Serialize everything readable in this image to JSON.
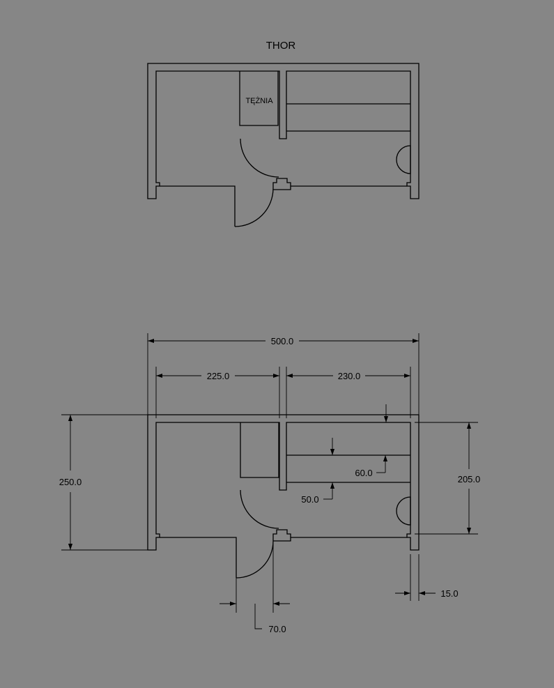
{
  "drawing": {
    "title": "THOR",
    "room_label": "TĘŻNIA",
    "colors": {
      "background": "#868686",
      "lines": "#000000"
    }
  },
  "dimensions": {
    "overall_width": "500.0",
    "left_room_width": "225.0",
    "right_room_width": "230.0",
    "overall_height": "250.0",
    "inner_height": "205.0",
    "shelf_depth_upper": "60.0",
    "shelf_depth_lower": "50.0",
    "wall_thickness": "15.0",
    "door_width": "70.0"
  }
}
